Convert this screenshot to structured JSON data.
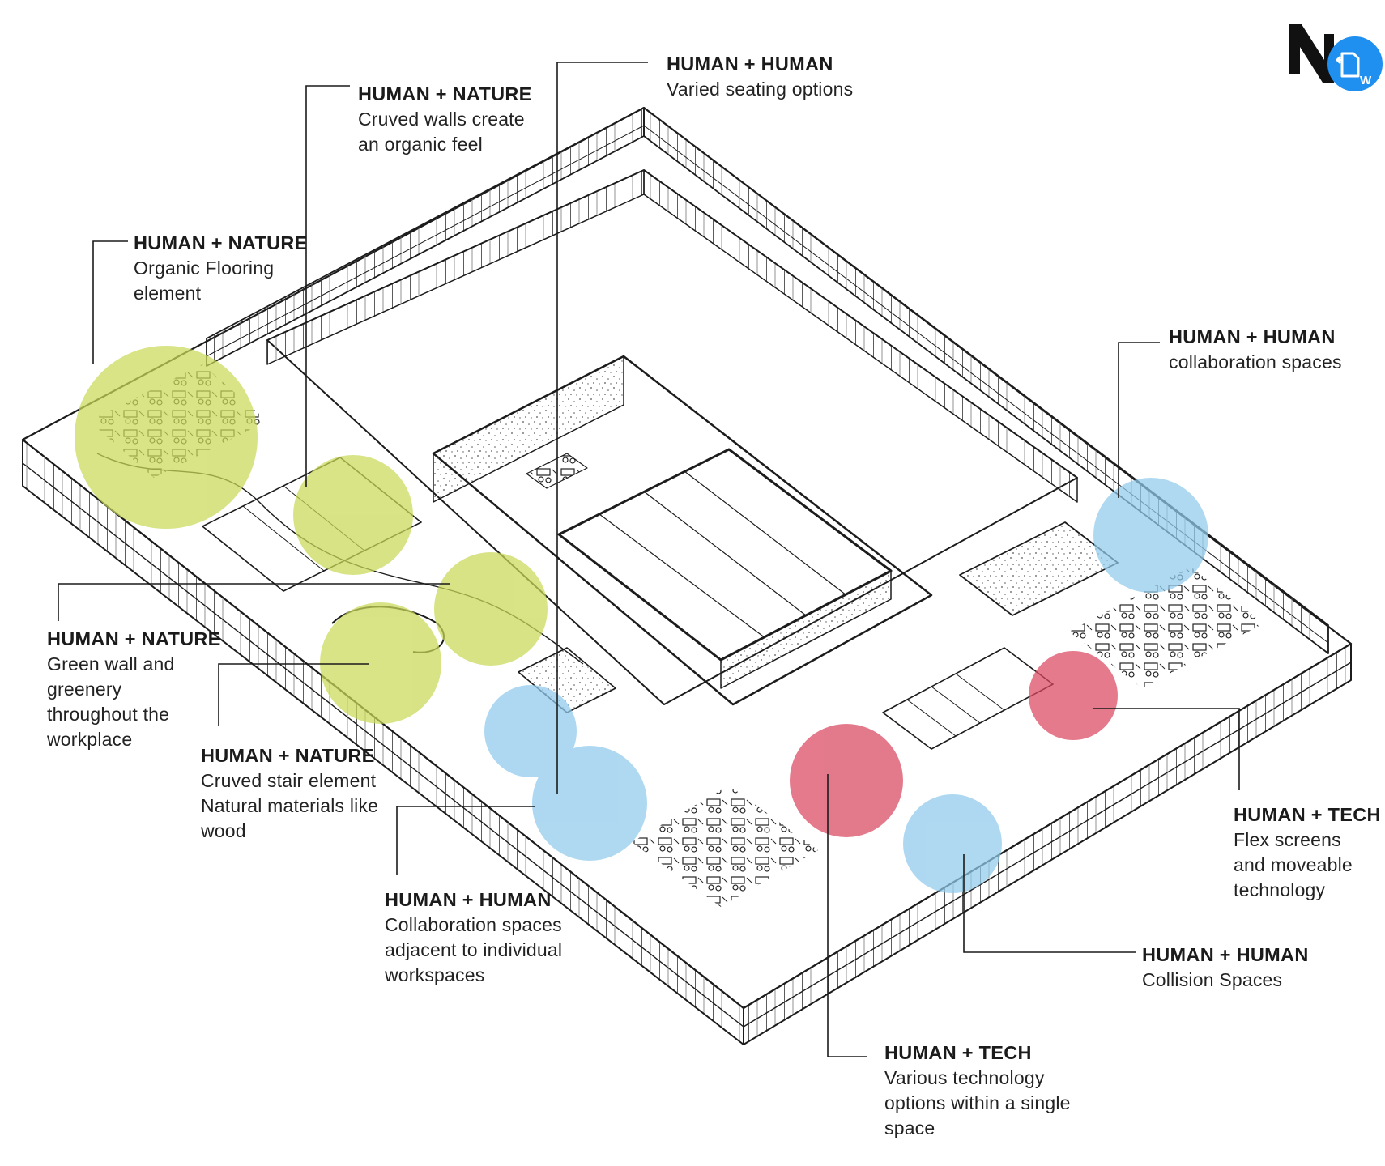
{
  "annotations": [
    {
      "id": "varied-seating",
      "title": "HUMAN + HUMAN",
      "lines": [
        "Varied seating options"
      ]
    },
    {
      "id": "curved-walls",
      "title": "HUMAN + NATURE",
      "lines": [
        "Cruved walls create",
        "an organic feel"
      ]
    },
    {
      "id": "organic-flooring",
      "title": "HUMAN + NATURE",
      "lines": [
        "Organic Flooring",
        "element"
      ]
    },
    {
      "id": "collaboration-spaces",
      "title": "HUMAN + HUMAN",
      "lines": [
        "collaboration spaces"
      ]
    },
    {
      "id": "green-wall",
      "title": "HUMAN + NATURE",
      "lines": [
        "Green wall and",
        "greenery",
        "throughout the",
        "workplace"
      ]
    },
    {
      "id": "curved-stair",
      "title": "HUMAN + NATURE",
      "lines": [
        "Cruved stair element",
        "Natural materials like",
        "wood"
      ]
    },
    {
      "id": "flex-screens",
      "title": "HUMAN + TECH",
      "lines": [
        "Flex screens",
        "and moveable",
        "technology"
      ]
    },
    {
      "id": "collab-adjacent",
      "title": "HUMAN + HUMAN",
      "lines": [
        "Collaboration spaces",
        "adjacent to individual",
        "workspaces"
      ]
    },
    {
      "id": "collision-spaces",
      "title": "HUMAN + HUMAN",
      "lines": [
        "Collision Spaces"
      ]
    },
    {
      "id": "various-tech",
      "title": "HUMAN + TECH",
      "lines": [
        "Various technology",
        "options within a single",
        "space"
      ]
    }
  ],
  "zone_colors": {
    "nature": "#c9d957",
    "human": "#8fcaec",
    "tech": "#d9475f"
  },
  "zones": [
    {
      "category": "nature",
      "label": "organic-flooring-zone"
    },
    {
      "category": "nature",
      "label": "curved-walls-zone"
    },
    {
      "category": "nature",
      "label": "green-wall-zone"
    },
    {
      "category": "nature",
      "label": "curved-stair-zone"
    },
    {
      "category": "human",
      "label": "varied-seating-zone"
    },
    {
      "category": "human",
      "label": "collab-adjacent-zone"
    },
    {
      "category": "human",
      "label": "collaboration-spaces-zone"
    },
    {
      "category": "human",
      "label": "collision-spaces-zone"
    },
    {
      "category": "tech",
      "label": "various-tech-zone"
    },
    {
      "category": "tech",
      "label": "flex-screens-zone"
    }
  ],
  "logo": {
    "brand_color": "#1f8ff0",
    "icon": "document-convert-icon",
    "badge_letter": "W"
  }
}
